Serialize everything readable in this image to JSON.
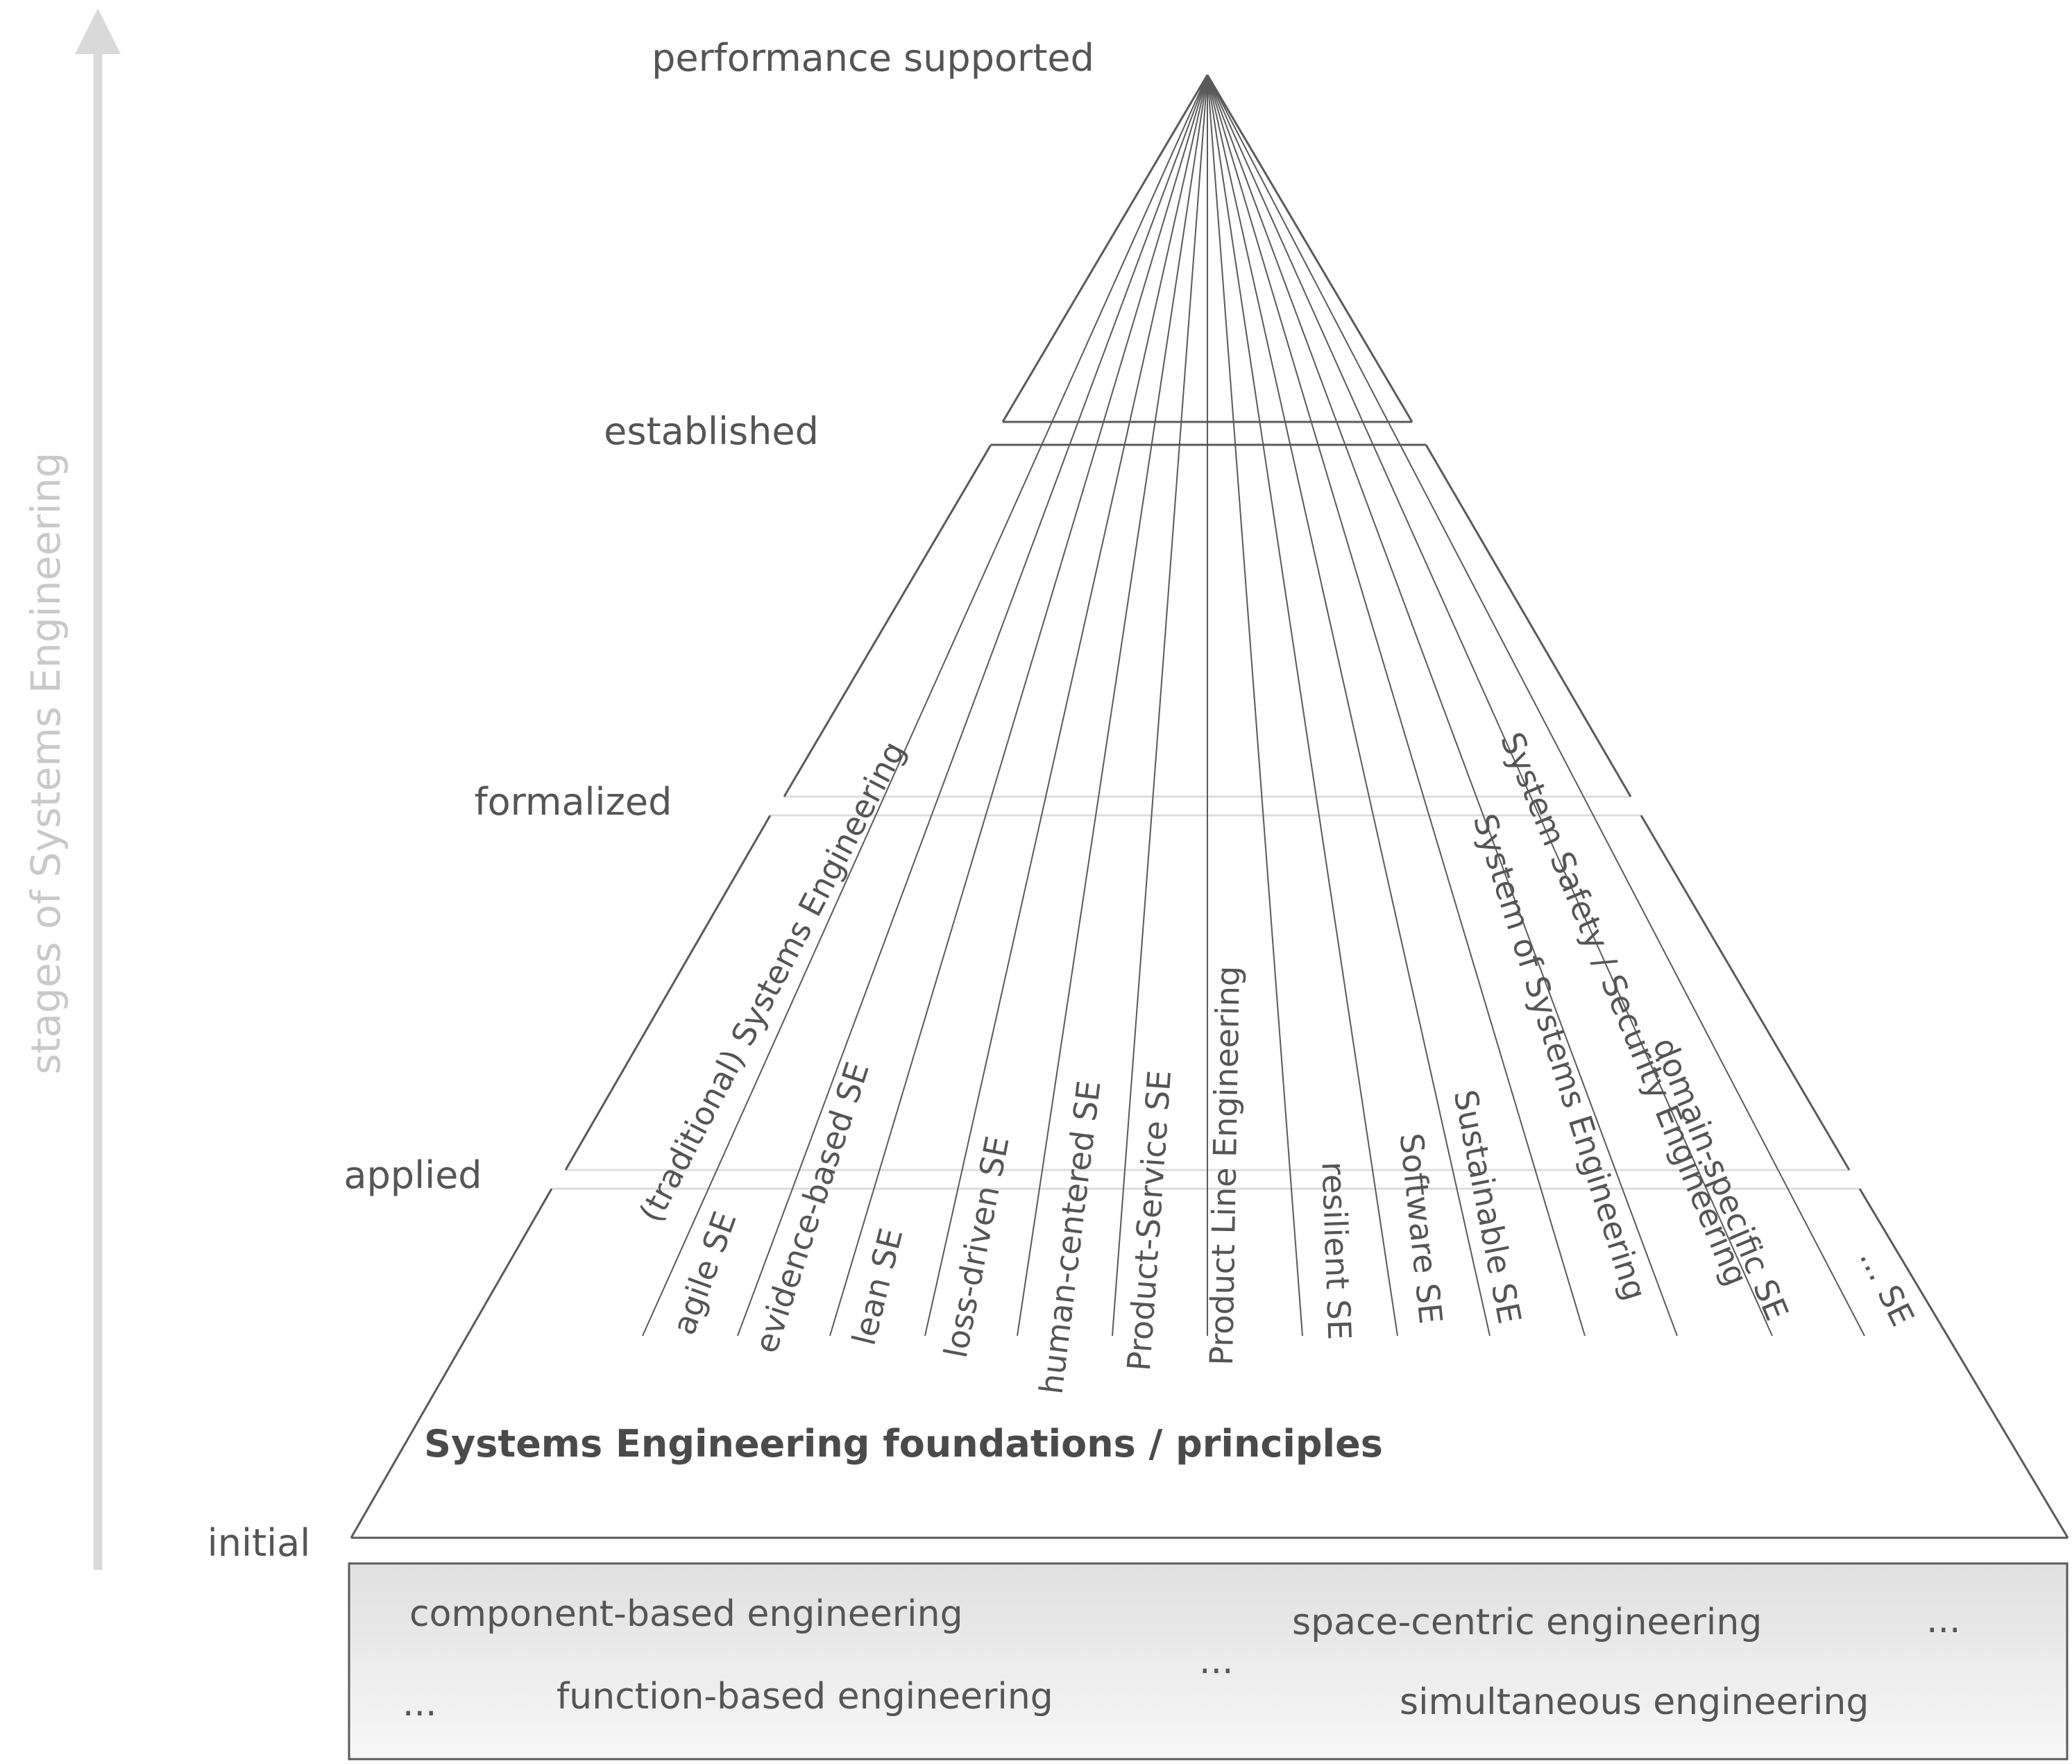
{
  "axis": {
    "label": "stages of Systems Engineering",
    "arrow_color": "#d9d9d9",
    "label_color": "#c9c9c9"
  },
  "stages": [
    {
      "id": "performance-supported",
      "label": "performance supported"
    },
    {
      "id": "established",
      "label": "established"
    },
    {
      "id": "formalized",
      "label": "formalized"
    },
    {
      "id": "applied",
      "label": "applied"
    },
    {
      "id": "initial",
      "label": "initial"
    }
  ],
  "disciplines": [
    {
      "id": "traditional-se",
      "label": "(traditional) Systems Engineering"
    },
    {
      "id": "agile-se",
      "label": "agile SE"
    },
    {
      "id": "evidence-based-se",
      "label": "evidence-based SE"
    },
    {
      "id": "lean-se",
      "label": "lean SE"
    },
    {
      "id": "loss-driven-se",
      "label": "loss-driven SE"
    },
    {
      "id": "human-centered-se",
      "label": "human-centered SE"
    },
    {
      "id": "product-service-se",
      "label": "Product-Service SE"
    },
    {
      "id": "product-line-engineering",
      "label": "Product Line Engineering"
    },
    {
      "id": "resilient-se",
      "label": "resilient SE"
    },
    {
      "id": "software-se",
      "label": "Software SE"
    },
    {
      "id": "sustainable-se",
      "label": "Sustainable SE"
    },
    {
      "id": "system-of-systems-engineering",
      "label": "System of Systems Engineering"
    },
    {
      "id": "system-safety-security-engineering",
      "label": "System Safety / Security Engineering"
    },
    {
      "id": "domain-specific-se",
      "label": "domain-specific SE"
    },
    {
      "id": "ellipsis-se",
      "label": "... SE"
    }
  ],
  "foundation": {
    "label": "Systems Engineering foundations / principles"
  },
  "base_box": {
    "items": [
      {
        "id": "component-based",
        "label": "component-based engineering"
      },
      {
        "id": "space-centric",
        "label": "space-centric engineering"
      },
      {
        "id": "ellipsis-right",
        "label": "..."
      },
      {
        "id": "ellipsis-middle",
        "label": "..."
      },
      {
        "id": "ellipsis-left",
        "label": "..."
      },
      {
        "id": "function-based",
        "label": "function-based engineering"
      },
      {
        "id": "simultaneous",
        "label": "simultaneous engineering"
      }
    ],
    "gradient_top": "#e0e0e0",
    "gradient_bottom": "#f7f7f7"
  },
  "colors": {
    "line": "#5a5a5a",
    "band_line": "#dcdcdc",
    "text": "#555555",
    "foundation_text": "#4a4a4a"
  }
}
